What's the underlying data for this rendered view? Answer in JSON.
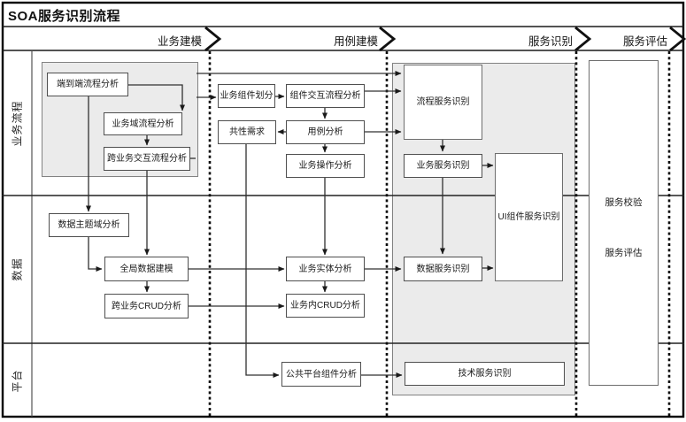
{
  "title": "SOA服务识别流程",
  "phases": [
    {
      "label": "业务建模"
    },
    {
      "label": "用例建模"
    },
    {
      "label": "服务识别"
    },
    {
      "label": "服务评估"
    }
  ],
  "lanes": [
    {
      "label": "业务流程"
    },
    {
      "label": "数据"
    },
    {
      "label": "平台"
    }
  ],
  "nodes": {
    "end_to_end": {
      "label": "端到端流程分析"
    },
    "domain_flow": {
      "label": "业务域流程分析"
    },
    "cross_flow": {
      "label": "跨业务交互流程分析"
    },
    "component_split": {
      "label": "业务组件划分"
    },
    "component_interact": {
      "label": "组件交互流程分析"
    },
    "common_req": {
      "label": "共性需求"
    },
    "usecase": {
      "label": "用例分析"
    },
    "biz_op": {
      "label": "业务操作分析"
    },
    "process_svc": {
      "label": "流程服务识别"
    },
    "biz_svc": {
      "label": "业务服务识别"
    },
    "ui_svc": {
      "label": "UI组件服务识别"
    },
    "data_domain": {
      "label": "数据主题域分析"
    },
    "global_data": {
      "label": "全局数据建模"
    },
    "cross_crud": {
      "label": "跨业务CRUD分析"
    },
    "entity": {
      "label": "业务实体分析"
    },
    "inner_crud": {
      "label": "业务内CRUD分析"
    },
    "data_svc": {
      "label": "数据服务识别"
    },
    "platform_comp": {
      "label": "公共平台组件分析"
    },
    "tech_svc": {
      "label": "技术服务识别"
    },
    "svc_check": {
      "label": "服务校验"
    },
    "svc_eval": {
      "label": "服务评估"
    }
  },
  "colors": {
    "container_fill": "#ebebeb",
    "container_border": "#828282",
    "node_border": "#4f4f4f",
    "connector": "#303030",
    "frame": "#000000"
  }
}
